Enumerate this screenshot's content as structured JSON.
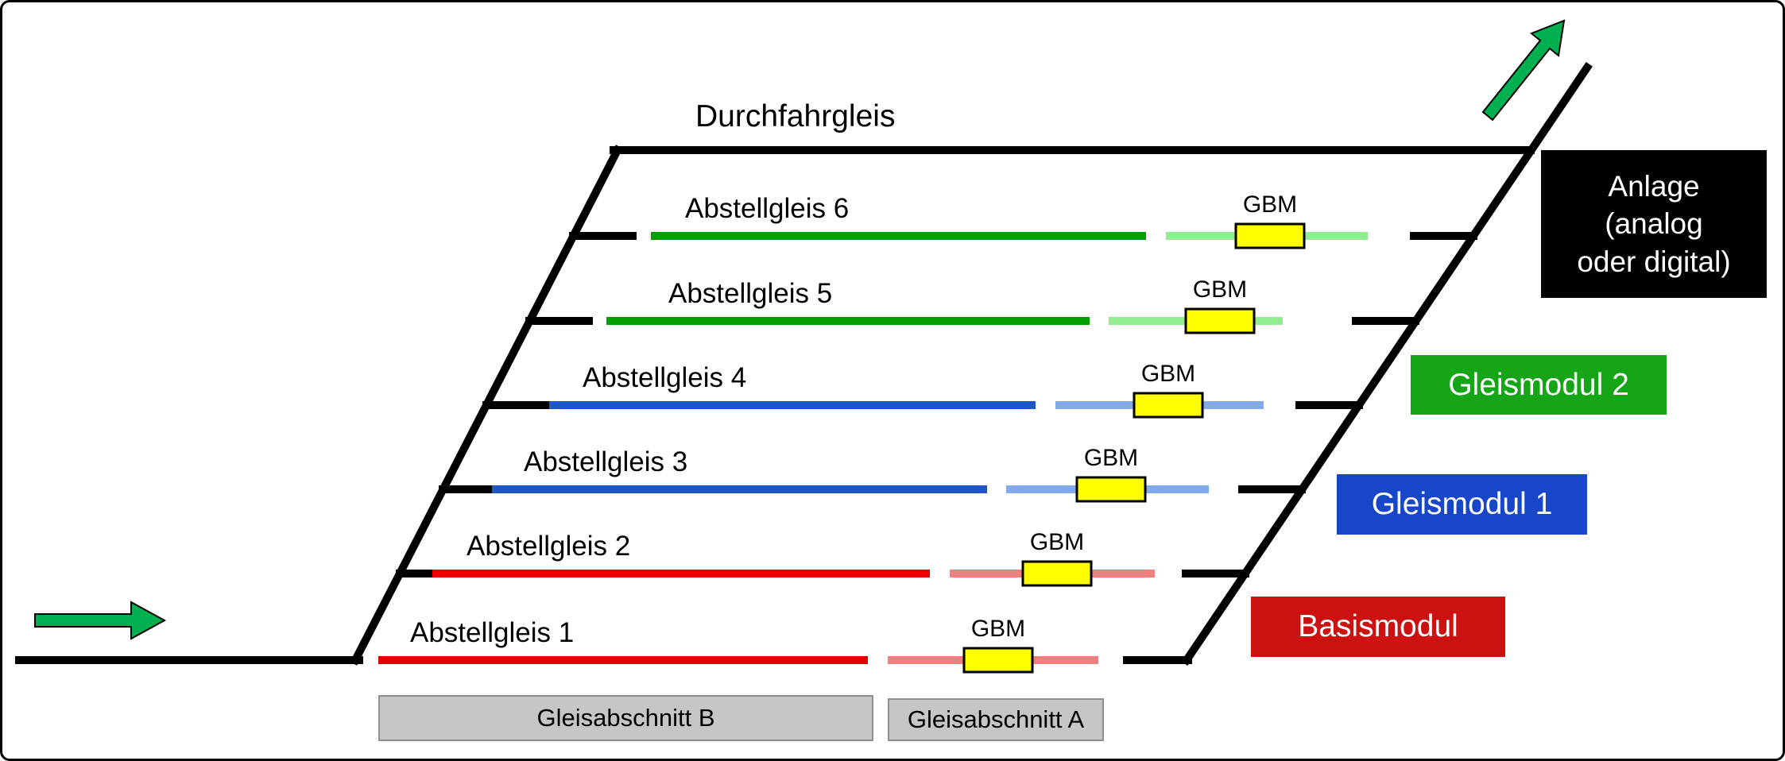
{
  "title": "Durchfahrgleis",
  "sidings": [
    {
      "label": "Abstellgleis 1",
      "gbm": "GBM"
    },
    {
      "label": "Abstellgleis 2",
      "gbm": "GBM"
    },
    {
      "label": "Abstellgleis 3",
      "gbm": "GBM"
    },
    {
      "label": "Abstellgleis 4",
      "gbm": "GBM"
    },
    {
      "label": "Abstellgleis 5",
      "gbm": "GBM"
    },
    {
      "label": "Abstellgleis 6",
      "gbm": "GBM"
    }
  ],
  "legend": {
    "anlage": "Anlage\n(analog\noder digital)",
    "gleismodul2": "Gleismodul 2",
    "gleismodul1": "Gleismodul 1",
    "basismodul": "Basismodul"
  },
  "sections": {
    "b": "Gleisabschnitt B",
    "a": "Gleisabschnitt A"
  },
  "icons": {
    "entry_arrow": "arrow-right-icon",
    "exit_arrow": "arrow-up-right-icon"
  },
  "colors": {
    "track_black": "#000000",
    "track_red": "#e00000",
    "track_red_light": "#f08080",
    "track_blue": "#1e56c8",
    "track_blue_light": "#82aaf0",
    "track_green": "#00a000",
    "track_green_light": "#90ee90",
    "gbm_yellow": "#ffff00",
    "arrow_green": "#00b050",
    "anlage_black": "#000000",
    "module_green": "#16a516",
    "module_blue": "#1746c8",
    "module_red": "#cc1111",
    "section_gray": "#c6c6c6"
  }
}
